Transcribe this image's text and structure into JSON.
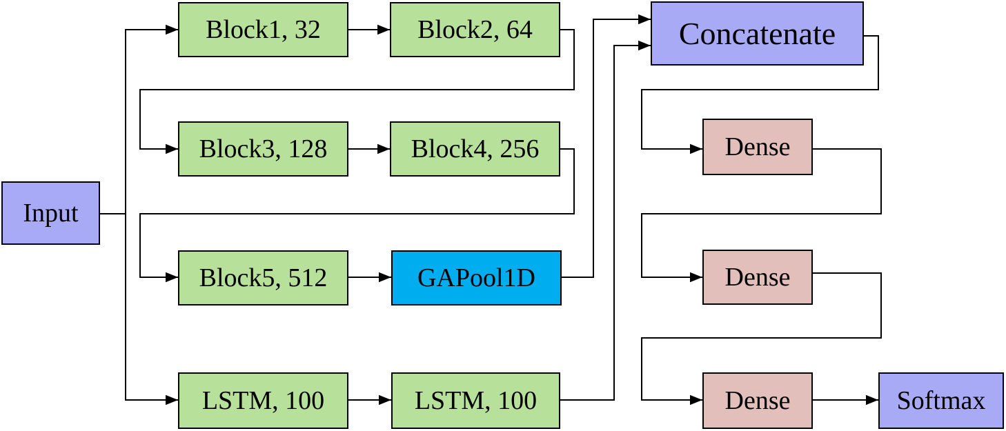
{
  "nodes": {
    "input": "Input",
    "block1": "Block1, 32",
    "block2": "Block2, 64",
    "block3": "Block3, 128",
    "block4": "Block4, 256",
    "block5": "Block5, 512",
    "gapool": "GAPool1D",
    "lstm1": "LSTM, 100",
    "lstm2": "LSTM, 100",
    "concatenate": "Concatenate",
    "dense1": "Dense",
    "dense2": "Dense",
    "dense3": "Dense",
    "softmax": "Softmax"
  },
  "colors": {
    "conv_block": "#b7e09a",
    "io": "#a9aaf5",
    "pool": "#00aeef",
    "dense": "#e3bfbc",
    "line": "#000000"
  }
}
